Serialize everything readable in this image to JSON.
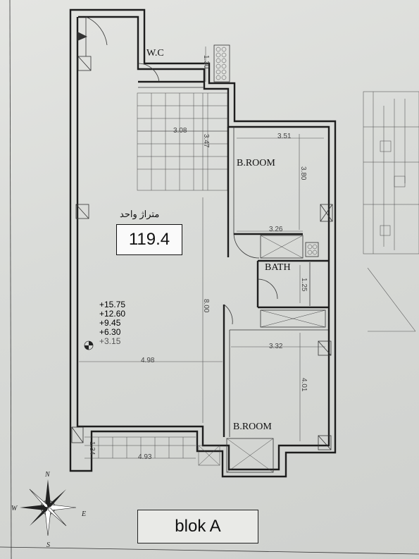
{
  "rooms": {
    "wc": "W.C",
    "bedroom_top": "B.ROOM",
    "bath": "BATH",
    "bedroom_bottom": "B.ROOM"
  },
  "area": {
    "label": "متراژ واحد",
    "value": "119.4"
  },
  "levels": [
    "+15.75",
    "+12.60",
    "+9.45",
    "+6.30",
    "+3.15"
  ],
  "dimensions": {
    "stair_width": "3.08",
    "stair_depth": "3.47",
    "wc_depth": "1.30",
    "bedroom_top_width": "3.51",
    "bedroom_top_depth": "3.80",
    "bedroom_top_bottom_width": "3.26",
    "bath_depth": "1.25",
    "living_depth": "8.00",
    "bedroom_bottom_width": "3.32",
    "bedroom_bottom_depth": "4.01",
    "living_width": "4.98",
    "balcony_width": "4.93",
    "balcony_depth": "1.34"
  },
  "compass": {
    "n": "N",
    "e": "E",
    "w": "W",
    "s": "S"
  },
  "block_label": "blok A"
}
